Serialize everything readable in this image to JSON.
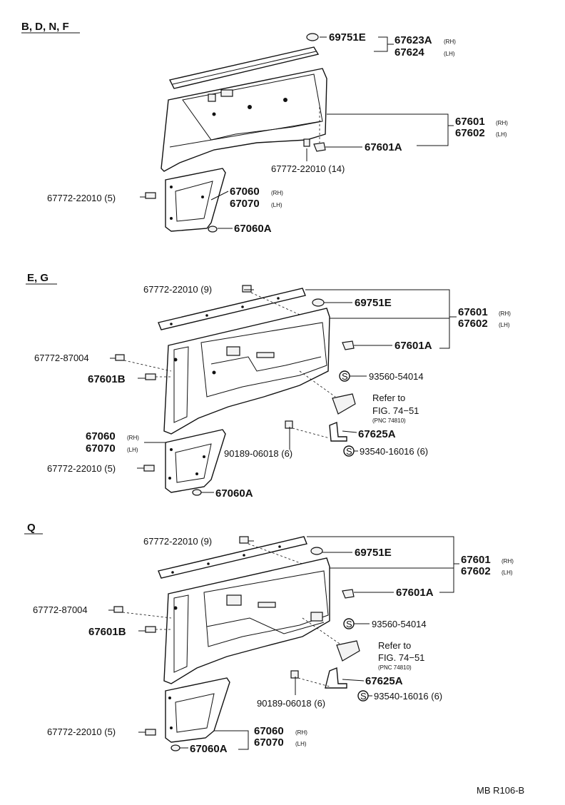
{
  "sections": [
    {
      "header": "B, D, N, F",
      "labels": {
        "p69751e": "69751E",
        "p67623a": "67623A",
        "p67623a_side": "(RH)",
        "p67624": "67624",
        "p67624_side": "(LH)",
        "p67601": "67601",
        "p67601_side": "(RH)",
        "p67602": "67602",
        "p67602_side": "(LH)",
        "p67601a": "67601A",
        "p6777222010_14": "67772-22010 (14)",
        "p6777222010_5": "67772-22010 (5)",
        "p67060": "67060",
        "p67060_side": "(RH)",
        "p67070": "67070",
        "p67070_side": "(LH)",
        "p67060a": "67060A"
      }
    },
    {
      "header": "E, G",
      "labels": {
        "p6777222010_9": "67772-22010 (9)",
        "p69751e": "69751E",
        "p67601": "67601",
        "p67601_side": "(RH)",
        "p67602": "67602",
        "p67602_side": "(LH)",
        "p67601a": "67601A",
        "p6777287004": "67772-87004",
        "p67601b": "67601B",
        "s_mark": "S",
        "p9356054014": "93560-54014",
        "refer_to": "Refer to",
        "fig": "FIG. 74−51",
        "pnc": "(PNC 74810)",
        "p67625a": "67625A",
        "p67060": "67060",
        "p67060_side": "(RH)",
        "p67070": "67070",
        "p67070_side": "(LH)",
        "p9018906018": "90189-06018 (6)",
        "p9354016016": "93540-16016 (6)",
        "p6777222010_5": "67772-22010 (5)",
        "p67060a": "67060A"
      }
    },
    {
      "header": "Q",
      "labels": {
        "p6777222010_9": "67772-22010 (9)",
        "p69751e": "69751E",
        "p67601": "67601",
        "p67601_side": "(RH)",
        "p67602": "67602",
        "p67602_side": "(LH)",
        "p67601a": "67601A",
        "p6777287004": "67772-87004",
        "p67601b": "67601B",
        "s_mark": "S",
        "p9356054014": "93560-54014",
        "refer_to": "Refer to",
        "fig": "FIG. 74−51",
        "pnc": "(PNC 74810)",
        "p67625a": "67625A",
        "p9018906018": "90189-06018 (6)",
        "p9354016016": "93540-16016 (6)",
        "p6777222010_5": "67772-22010 (5)",
        "p67060": "67060",
        "p67060_side": "(RH)",
        "p67070": "67070",
        "p67070_side": "(LH)",
        "p67060a": "67060A"
      }
    }
  ],
  "footer_code": "MB R106-B"
}
